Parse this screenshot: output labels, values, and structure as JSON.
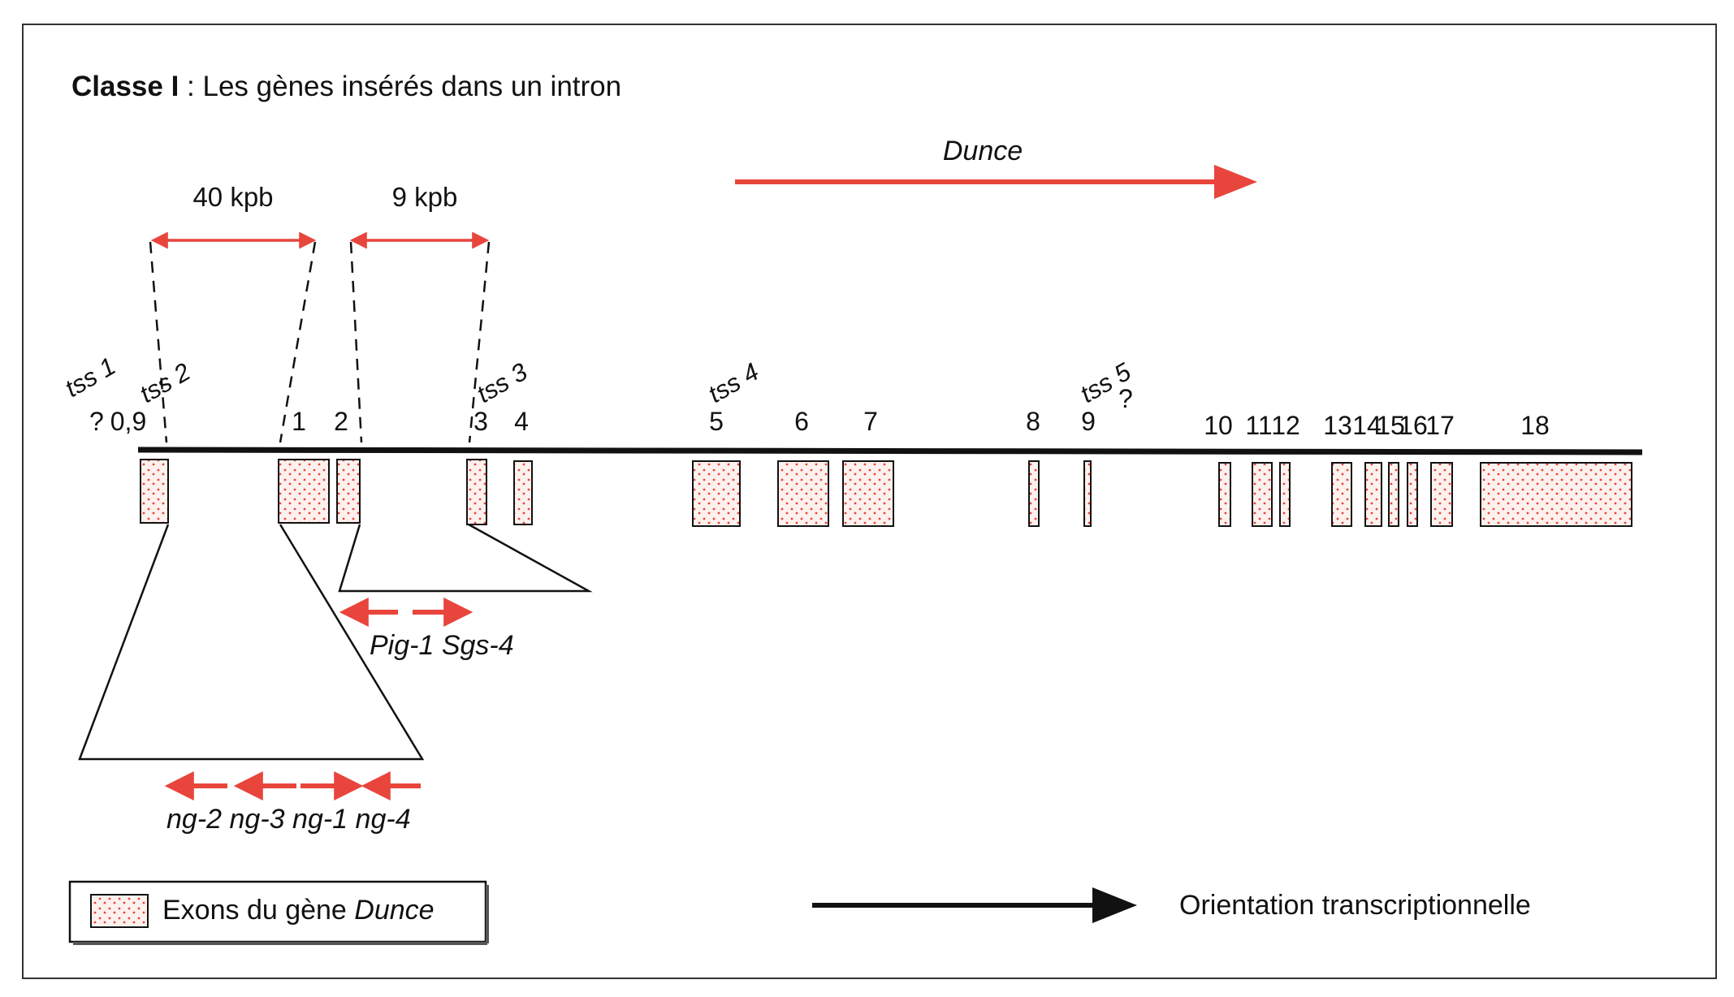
{
  "title": {
    "bold": "Classe I",
    "rest": " : Les gènes insérés dans un intron"
  },
  "dunce_label": "Dunce",
  "distances": {
    "d40": "40 kpb",
    "d9": "9 kpb"
  },
  "tss": {
    "tss1": "tss 1",
    "tss2": "tss 2",
    "tss3": "tss 3",
    "tss4": "tss 4",
    "tss5": "tss 5",
    "q1": "?",
    "q5": "?"
  },
  "exons": [
    "0,9",
    "1",
    "2",
    "3",
    "4",
    "5",
    "6",
    "7",
    "8",
    "9",
    "10",
    "11",
    "12",
    "13",
    "14",
    "15",
    "16",
    "17",
    "18"
  ],
  "genes": {
    "pig": "Pig-1",
    "sgs": "Sgs-4",
    "ng2": "ng-2",
    "ng3": "ng-3",
    "ng1": "ng-1",
    "ng4": "ng-4"
  },
  "legend": {
    "exons_text": "Exons du gène ",
    "exons_gene": "Dunce",
    "orientation": "Orientation transcriptionnelle"
  },
  "colors": {
    "accent": "#e8453c",
    "line": "#111111",
    "frame": "#333333"
  }
}
